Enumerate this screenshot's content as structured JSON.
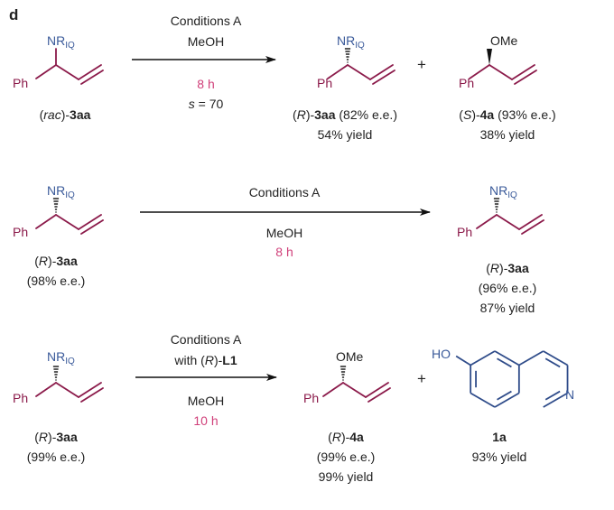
{
  "panel_label": "d",
  "colors": {
    "ph": "#8b1a4a",
    "nr": "#3a5a9a",
    "time": "#d0407a",
    "isoquinoline": "#2f4c8a"
  },
  "common": {
    "ph": "Ph",
    "nr": "NR",
    "nr_sub": "IQ",
    "ome": "OMe",
    "plus": "+"
  },
  "row1": {
    "conditions": "Conditions A",
    "solvent": "MeOH",
    "time": "8 h",
    "s_italic": "s",
    "s_value": " = 70",
    "sm": {
      "prefix_open": "(",
      "prefix": "rac",
      "prefix_close": ")-",
      "id": "3aa"
    },
    "p1": {
      "open": "(",
      "config": "R",
      "close": ")-",
      "id": "3aa",
      "ee": " (82% e.e.)",
      "yield": "54% yield"
    },
    "p2": {
      "open": "(",
      "config": "S",
      "close": ")-",
      "id": "4a",
      "ee": " (93% e.e.)",
      "yield": "38% yield"
    }
  },
  "row2": {
    "conditions": "Conditions A",
    "solvent": "MeOH",
    "time": "8 h",
    "sm": {
      "open": "(",
      "config": "R",
      "close": ")-",
      "id": "3aa",
      "ee": "(98% e.e.)"
    },
    "p1": {
      "open": "(",
      "config": "R",
      "close": ")-",
      "id": "3aa",
      "ee": "(96% e.e.)",
      "yield": "87% yield"
    }
  },
  "row3": {
    "conditions": "Conditions A",
    "with_prefix": "with (",
    "with_config": "R",
    "with_close": ")-",
    "ligand": "L1",
    "solvent": "MeOH",
    "time": "10 h",
    "sm": {
      "open": "(",
      "config": "R",
      "close": ")-",
      "id": "3aa",
      "ee": "(99% e.e.)"
    },
    "p1": {
      "open": "(",
      "config": "R",
      "close": ")-",
      "id": "4a",
      "ee": "(99% e.e.)",
      "yield": "99% yield"
    },
    "p2": {
      "id": "1a",
      "yield": "93% yield",
      "ho": "HO",
      "n": "N"
    }
  }
}
